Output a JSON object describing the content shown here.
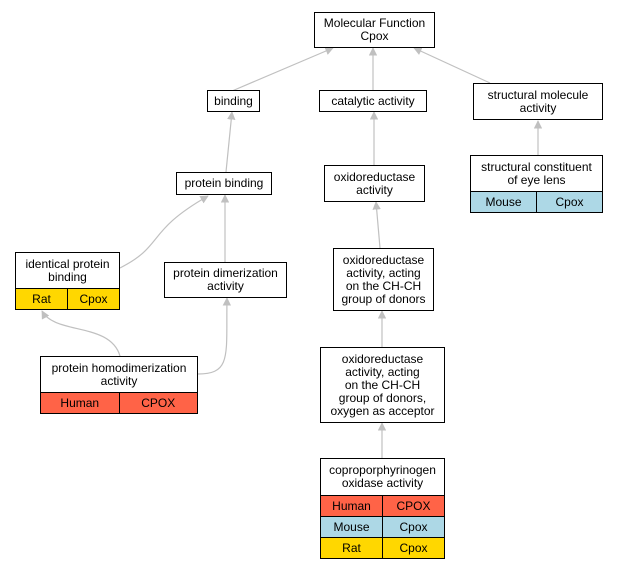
{
  "colors": {
    "human": "#ff6347",
    "mouse": "#add8e6",
    "rat": "#ffd700",
    "edge": "#c0c0c0"
  },
  "nodes": {
    "mf": {
      "label": "Molecular Function\nCpox"
    },
    "binding": {
      "label": "binding"
    },
    "catalytic": {
      "label": "catalytic activity"
    },
    "structural": {
      "label": "structural molecule\nactivity"
    },
    "protein_binding": {
      "label": "protein binding"
    },
    "oxidoreductase": {
      "label": "oxidoreductase\nactivity"
    },
    "eye_lens": {
      "label": "structural constituent\nof eye lens",
      "rows": [
        {
          "species": "Mouse",
          "gene": "Cpox"
        }
      ]
    },
    "identical": {
      "label": "identical protein\nbinding",
      "rows": [
        {
          "species": "Rat",
          "gene": "Cpox"
        }
      ]
    },
    "dimerization": {
      "label": "protein dimerization\nactivity"
    },
    "ox_chch": {
      "label": "oxidoreductase\nactivity, acting\non the CH-CH\ngroup of donors"
    },
    "homodimer": {
      "label": "protein homodimerization\nactivity",
      "rows": [
        {
          "species": "Human",
          "gene": "CPOX"
        }
      ]
    },
    "ox_oxygen": {
      "label": "oxidoreductase\nactivity, acting\non the CH-CH\ngroup of donors,\noxygen as acceptor"
    },
    "copro": {
      "label": "coproporphyrinogen\noxidase activity",
      "rows": [
        {
          "species": "Human",
          "gene": "CPOX"
        },
        {
          "species": "Mouse",
          "gene": "Cpox"
        },
        {
          "species": "Rat",
          "gene": "Cpox"
        }
      ]
    }
  }
}
